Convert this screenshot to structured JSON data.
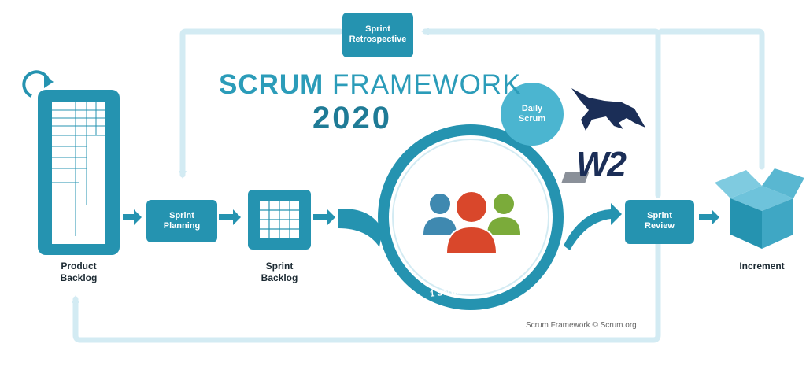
{
  "title": {
    "line1_bold": "SCRUM",
    "line1_rest": " FRAMEWORK",
    "line2": "2020"
  },
  "artifacts": {
    "product_backlog": {
      "line1": "Product",
      "line2": "Backlog"
    },
    "sprint_backlog": {
      "line1": "Sprint",
      "line2": "Backlog"
    },
    "increment": {
      "label": "Increment"
    }
  },
  "events": {
    "sprint_planning": {
      "line1": "Sprint",
      "line2": "Planning"
    },
    "sprint_review": {
      "line1": "Sprint",
      "line2": "Review"
    },
    "sprint_retrospective": {
      "line1": "Sprint",
      "line2": "Retrospective"
    },
    "daily_scrum": {
      "line1": "Daily",
      "line2": "Scrum"
    }
  },
  "team": {
    "label": "1 Scrum Team"
  },
  "logo": {
    "text": "W2"
  },
  "footer": {
    "copyright": "Scrum Framework © Scrum.org"
  },
  "colors": {
    "primary": "#2593b0",
    "dark": "#1b6f88",
    "light_loop": "#d3ebf3",
    "person_blue": "#3f89b0",
    "person_red": "#d9472b",
    "person_green": "#7bab3a",
    "eagle": "#1b2e57"
  },
  "icons": [
    "refresh-icon",
    "team-icon",
    "eagle-icon",
    "box-icon",
    "arrow-icon"
  ]
}
